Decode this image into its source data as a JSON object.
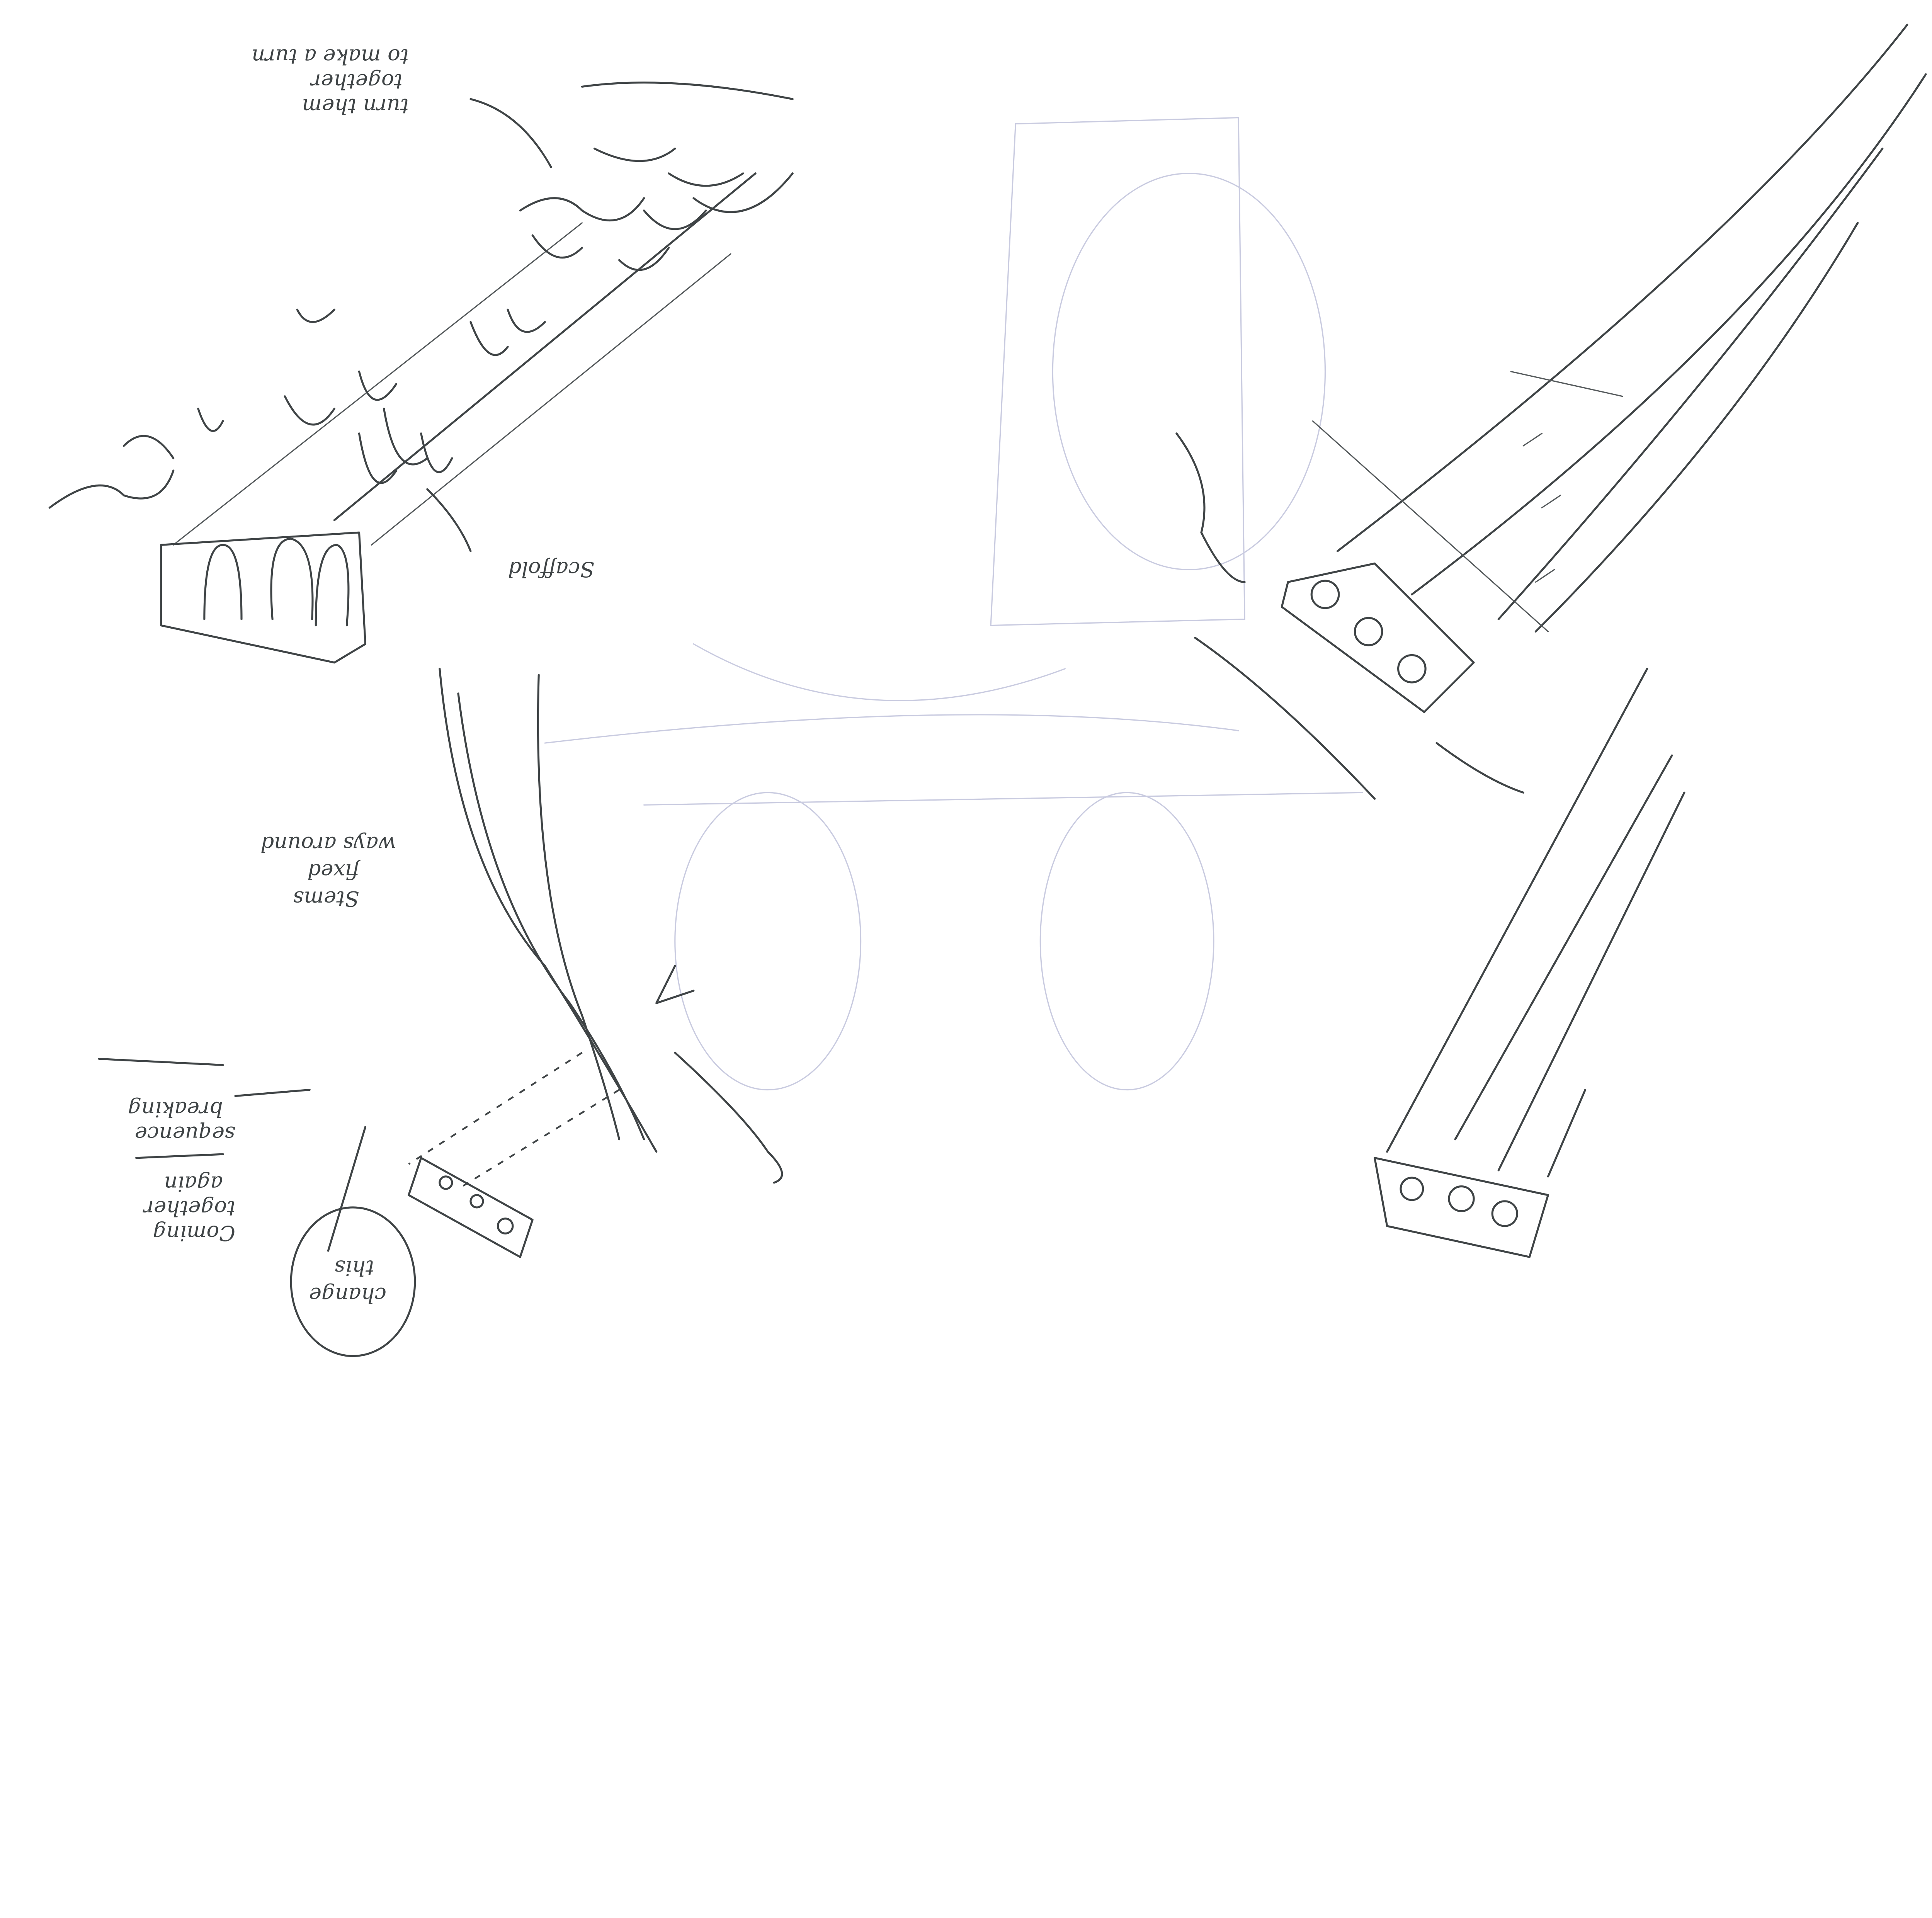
{
  "sheet": {
    "paper_color": "#ffffff",
    "ink_color": "#3f4446",
    "pencil_color": "#c9cbe0"
  },
  "annotations": {
    "turn_note": [
      "turn them",
      "together",
      "to make a turn"
    ],
    "scaffold_note": "Scaffold",
    "stems_note": [
      "Stems",
      "fixed",
      "ways around"
    ],
    "sequence_note": [
      "sequence",
      "breaking"
    ],
    "coming_note": [
      "Coming",
      "together",
      "again"
    ],
    "circle_note": [
      "change",
      "this"
    ]
  }
}
